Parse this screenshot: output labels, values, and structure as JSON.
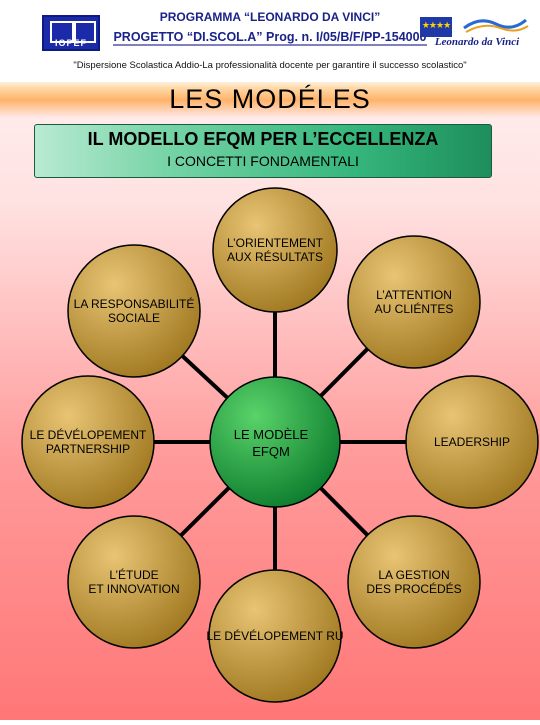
{
  "header": {
    "logo_text": "IOPEF",
    "line1": "PROGRAMMA “LEONARDO DA VINCI”",
    "line2": "PROGETTO “DI.SCOL.A” Prog. n. I/05/B/F/PP-154000",
    "line3": "\"Dispersione Scolastica Addio-La professionalità docente per garantire il successo scolastico\"",
    "partner_logo": "Leonardo da Vinci"
  },
  "page_title": "LES MODÉLES",
  "banner": {
    "title": "IL MODELLO EFQM PER L’ECCELLENZA",
    "subtitle": "I CONCETTI FONDAMENTALI"
  },
  "diagram": {
    "center": {
      "line1": "LE MODÈLE",
      "line2": "EFQM",
      "color": "#1fa34a"
    },
    "node_color": "#c79a3a",
    "nodes": [
      {
        "id": "results",
        "line1": "L’ORIENTEMENT",
        "line2": "AUX RÉSULTATS"
      },
      {
        "id": "clients",
        "line1": "L’ATTENTION",
        "line2": "AU CLIÉNTES"
      },
      {
        "id": "leadership",
        "line1": "LEADERSHIP",
        "line2": ""
      },
      {
        "id": "process",
        "line1": "LA GESTION",
        "line2": "DES PROCÉDÉS"
      },
      {
        "id": "hr",
        "line1": "LE DÉVÉLOPEMENT RU",
        "line2": ""
      },
      {
        "id": "study",
        "line1": "L’ÉTUDE",
        "line2": "ET INNOVATION"
      },
      {
        "id": "partner",
        "line1": "LE DÉVÉLOPEMENT",
        "line2": "PARTNERSHIP"
      },
      {
        "id": "social",
        "line1": "LA RESPONSABILITÉ",
        "line2": "SOCIALE"
      }
    ]
  }
}
